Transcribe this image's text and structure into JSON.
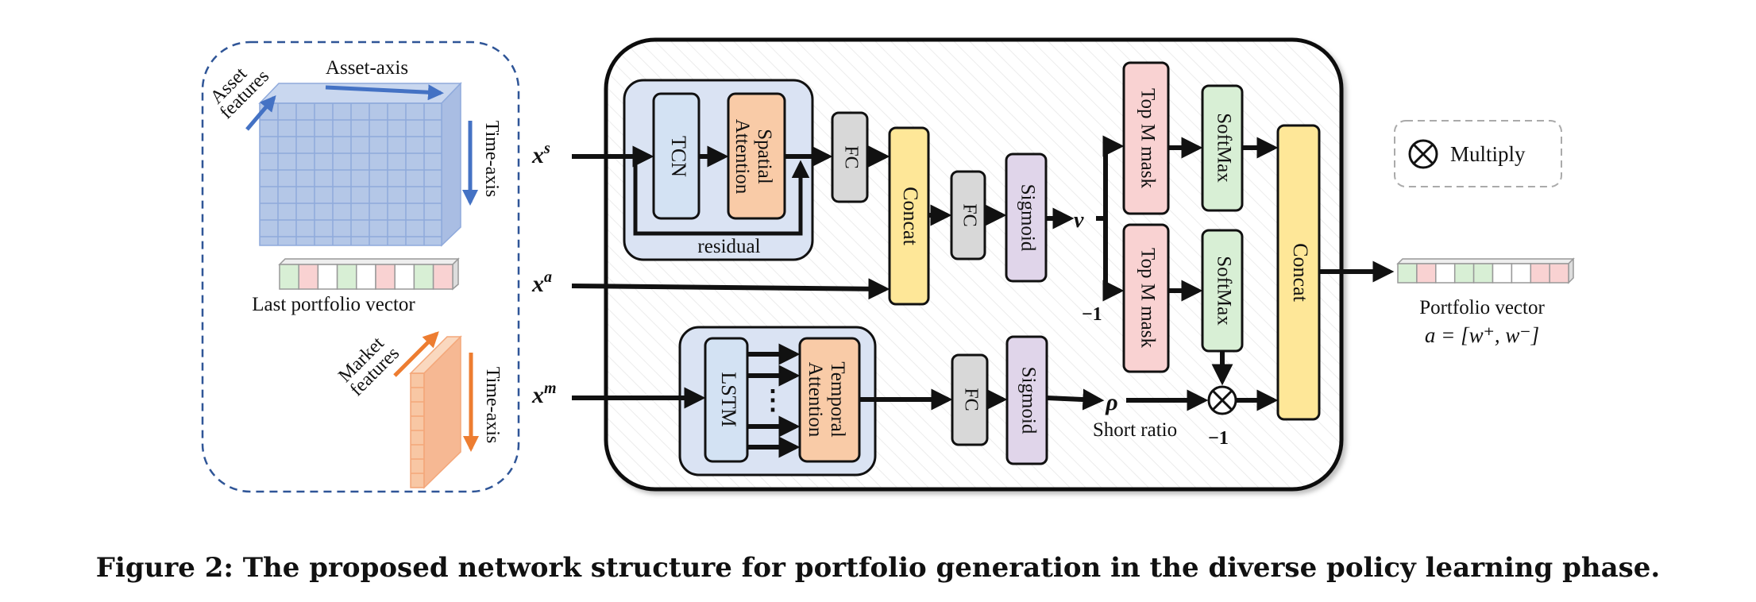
{
  "input_panel": {
    "asset_axis": "Asset-axis",
    "asset_features_1": "Asset",
    "asset_features_2": "features",
    "time_axis_1": "Time-axis",
    "last_portfolio": "Last portfolio vector",
    "market_features_1": "Market",
    "market_features_2": "features",
    "time_axis_2": "Time-axis"
  },
  "inputs": {
    "xs": "x",
    "xs_sup": "s",
    "xa": "x",
    "xa_sup": "a",
    "xm": "x",
    "xm_sup": "m"
  },
  "blocks": {
    "tcn": "TCN",
    "spatial_attention_1": "Spatial",
    "spatial_attention_2": "Attention",
    "residual": "residual",
    "fc_top": "FC",
    "concat_left": "Concat",
    "fc_mid": "FC",
    "sigmoid_mid": "Sigmoid",
    "v_label": "v",
    "minus_one_left": "−1",
    "topm_top": "Top M mask",
    "topm_bottom": "Top M mask",
    "softmax_top": "SoftMax",
    "softmax_bottom": "SoftMax",
    "concat_right": "Concat",
    "lstm": "LSTM",
    "dots": "⋮",
    "temporal_attention_1": "Temporal",
    "temporal_attention_2": "Attention",
    "fc_bottom": "FC",
    "sigmoid_bottom": "Sigmoid",
    "rho": "ρ",
    "short_ratio": "Short ratio",
    "minus_one_right": "−1"
  },
  "legend": {
    "multiply": "Multiply"
  },
  "output": {
    "portfolio_vector": "Portfolio vector",
    "formula": "a = [w⁺, w⁻]"
  },
  "colors": {
    "blue_fill": "#d3e2f3",
    "orange_fill": "#f9cba7",
    "gray_fill": "#d8d8d8",
    "yellow_fill": "#fee798",
    "purple_fill": "#e0d5ea",
    "red_fill": "#f9d2d2",
    "green_fill": "#d8efd5",
    "asset_cube": "#b4c7e7",
    "market_cube": "#f8c7a4",
    "arrow_blue": "#4472c4",
    "arrow_orange": "#ed7d31"
  },
  "caption": "Figure 2: The proposed network structure for portfolio generation in the diverse policy learning phase."
}
